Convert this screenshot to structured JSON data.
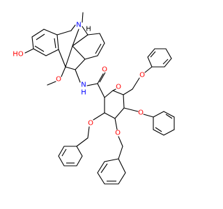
{
  "colors": {
    "bond": "#000000",
    "oxygen": "#ff0000",
    "nitrogen": "#0000ff",
    "carbon": "#000000",
    "background": "#ffffff"
  },
  "atoms": {
    "oh": "HO",
    "nh": "N",
    "methoxy_o": "O",
    "amide_nh": "N",
    "amide_h": "H",
    "carbonyl_o": "O",
    "ring_o": "O",
    "bn_o1": "O",
    "bn_o2": "O",
    "bn_o3": "O",
    "bn_o4": "O",
    "stereo_h": "H"
  }
}
